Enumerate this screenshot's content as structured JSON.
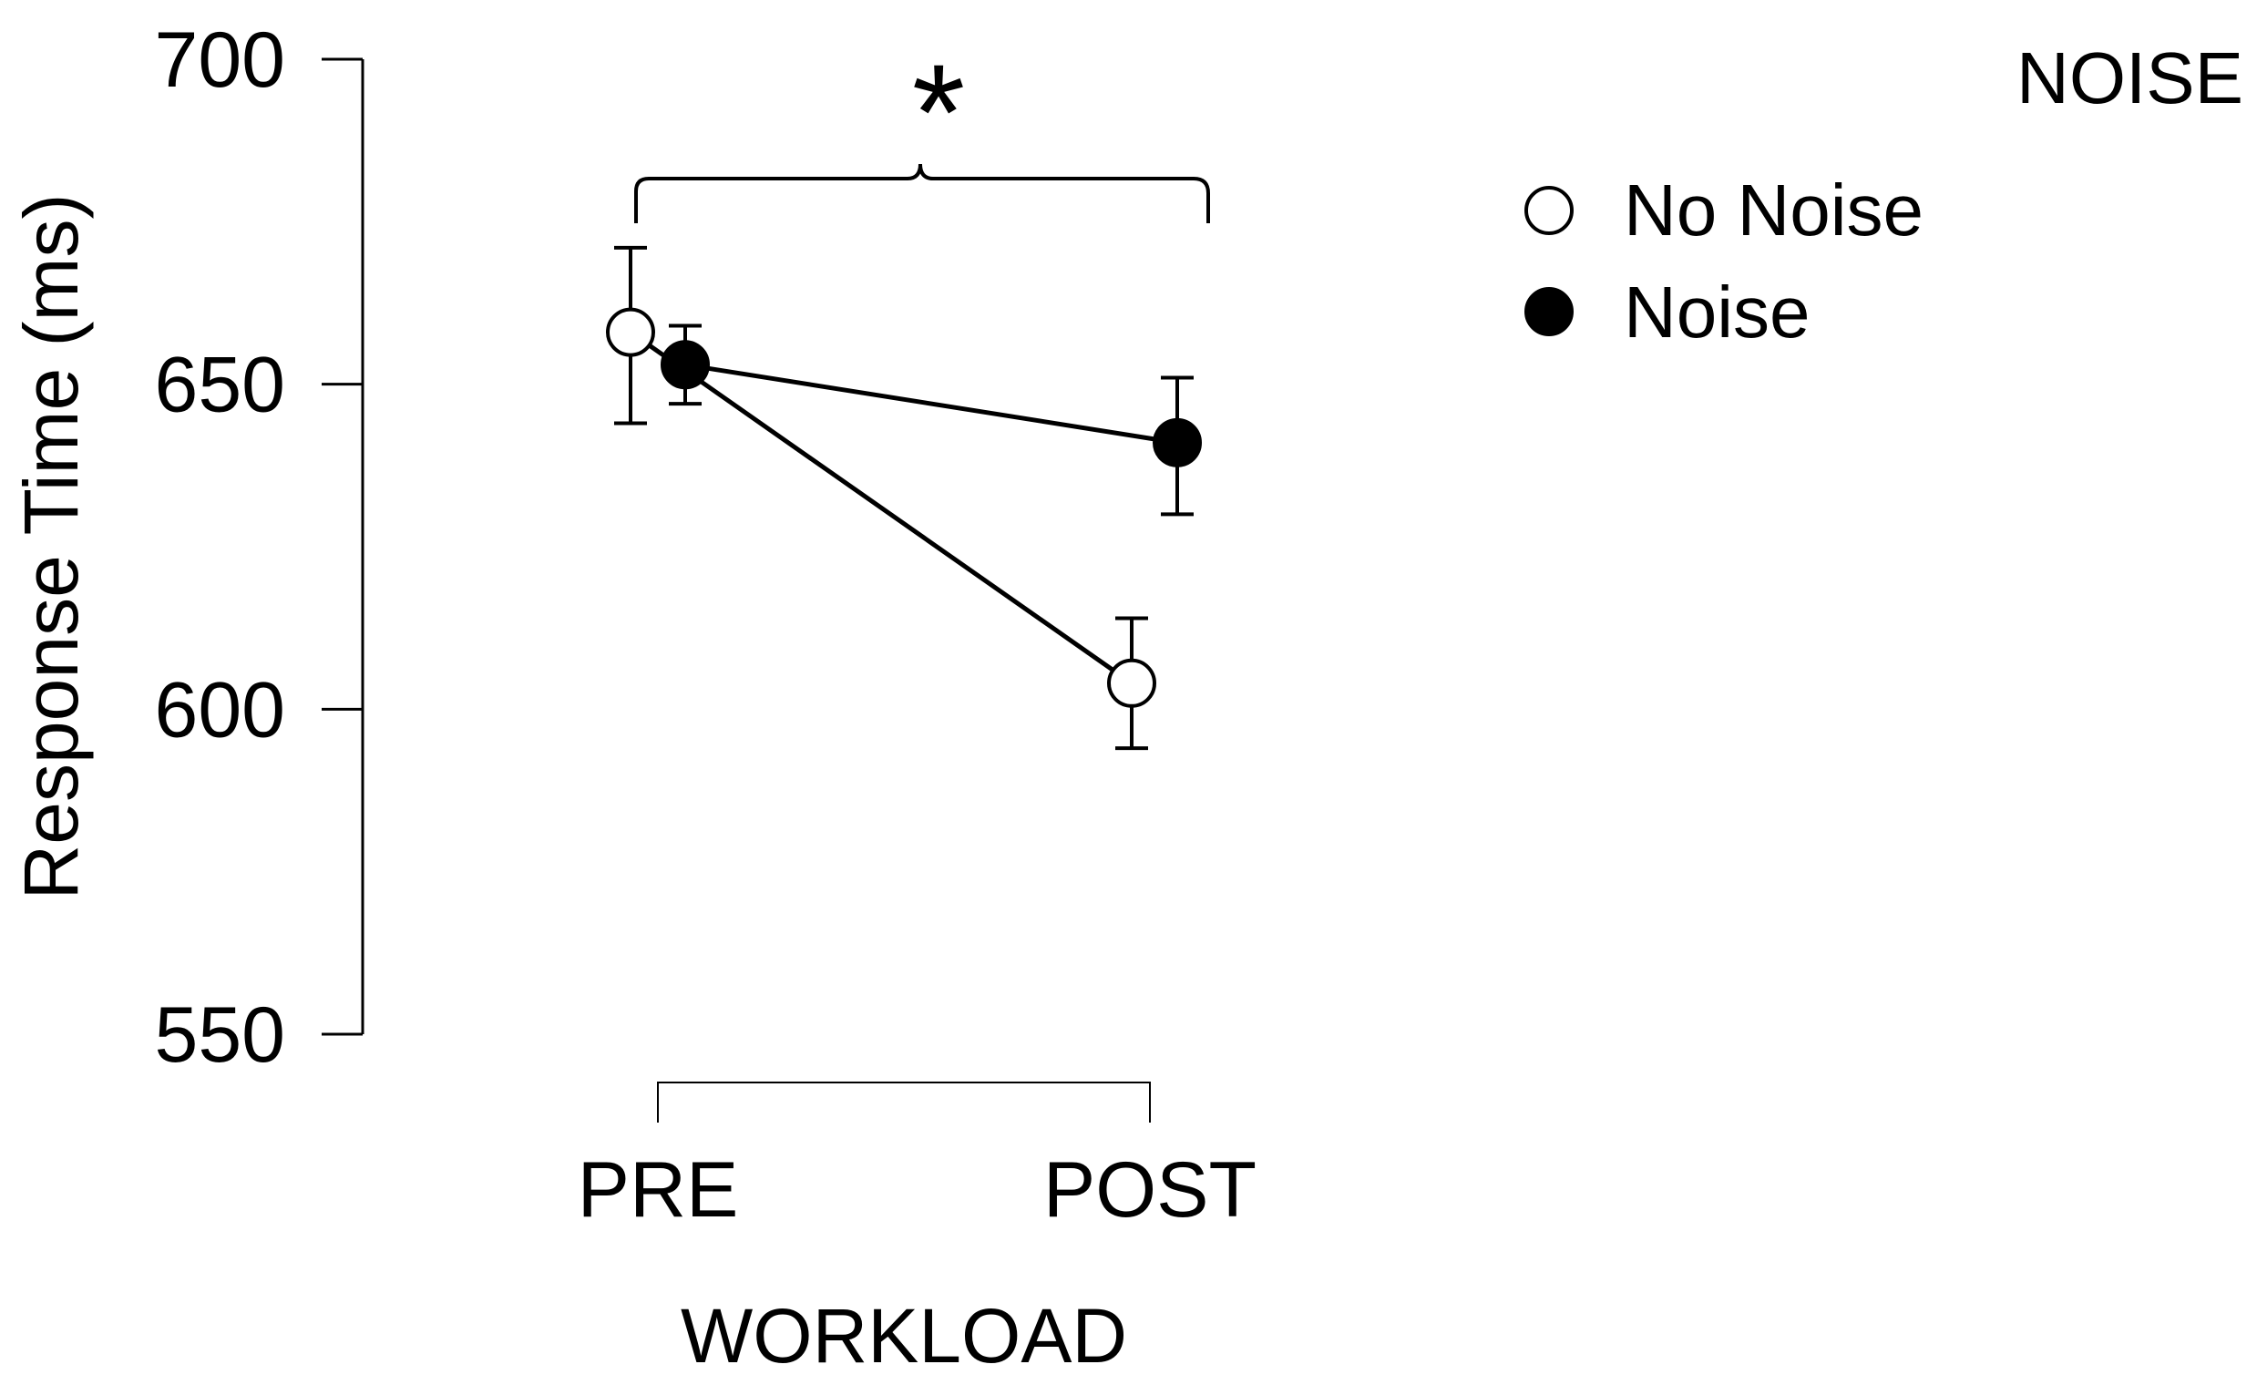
{
  "chart_data": {
    "type": "line",
    "title": "",
    "xlabel": "WORKLOAD",
    "ylabel": "Response Time (ms)",
    "categories": [
      "PRE",
      "POST"
    ],
    "ylim": [
      550,
      700
    ],
    "yticks": [
      550,
      600,
      650,
      700
    ],
    "ytick_labels": [
      "550",
      "600",
      "650",
      "700"
    ],
    "grid": false,
    "legend": {
      "title": "NOISE",
      "position": "top-right"
    },
    "series": [
      {
        "name": "No Noise",
        "marker": "open-circle",
        "fill": "#ffffff",
        "values": [
          658,
          604
        ],
        "error_low": [
          644,
          594
        ],
        "error_high": [
          671,
          614
        ]
      },
      {
        "name": "Noise",
        "marker": "filled-circle",
        "fill": "#000000",
        "values": [
          653,
          641
        ],
        "error_low": [
          647,
          630
        ],
        "error_high": [
          659,
          651
        ]
      }
    ],
    "annotations": [
      {
        "text": "*",
        "type": "significance-bracket",
        "between": [
          "PRE",
          "POST"
        ]
      }
    ]
  }
}
